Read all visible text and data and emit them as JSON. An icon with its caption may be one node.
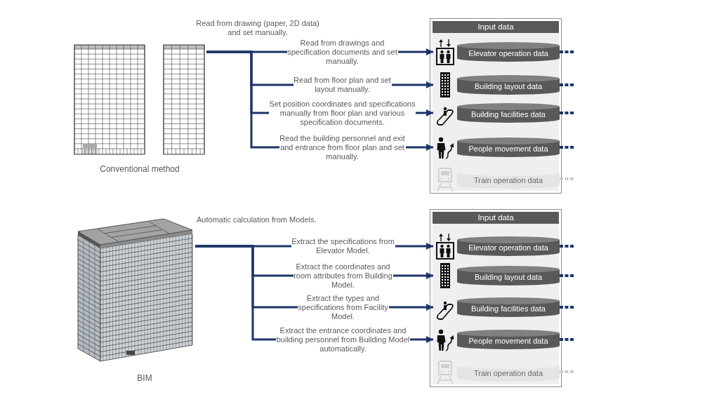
{
  "diagram": {
    "nodes": [
      {
        "text": [
          "Conventional method"
        ]
      },
      {
        "text": [
          "Input data"
        ]
      },
      {
        "text": [
          "Elevator operation data"
        ],
        "in": 1
      },
      {
        "text": [
          "Building layout data"
        ],
        "in": 1
      },
      {
        "text": [
          "Building facilities data"
        ],
        "in": 1
      },
      {
        "text": [
          "People movement data"
        ],
        "in": 1
      },
      {
        "text": [
          "Train operation data"
        ],
        "in": 1
      },
      {
        "text": [
          "BIM"
        ]
      },
      {
        "text": [
          "Input data"
        ]
      },
      {
        "text": [
          "Elevator operation data"
        ],
        "in": 8
      },
      {
        "text": [
          "Building layout data"
        ],
        "in": 8
      },
      {
        "text": [
          "Building facilities data"
        ],
        "in": 8
      },
      {
        "text": [
          "People movement data"
        ],
        "in": 8
      },
      {
        "text": [
          "Train operation data"
        ],
        "in": 8
      }
    ],
    "edges": [
      {
        "from": 0,
        "to": 2,
        "arrow": "to",
        "label": "Read from drawings and specification documents and set manually."
      },
      {
        "from": 0,
        "to": 3,
        "arrow": "to",
        "label": "Read from floor plan and set layout manually."
      },
      {
        "from": 0,
        "to": 4,
        "arrow": "to",
        "label": "Set position coordinates and specifications manually from floor plan and various specification documents."
      },
      {
        "from": 0,
        "to": 5,
        "arrow": "to",
        "label": "Read the building personnel and exit and entrance from floor plan and set manually."
      },
      {
        "from": 2,
        "to": null,
        "arrow": "none",
        "style": "dashed"
      },
      {
        "from": 3,
        "to": null,
        "arrow": "none",
        "style": "dashed"
      },
      {
        "from": 4,
        "to": null,
        "arrow": "none",
        "style": "dashed"
      },
      {
        "from": 5,
        "to": null,
        "arrow": "none",
        "style": "dashed"
      },
      {
        "from": 6,
        "to": null,
        "arrow": "none",
        "style": "dashed",
        "color": "#cccccc"
      },
      {
        "from": 7,
        "to": 9,
        "arrow": "to",
        "label": "Extract the specifications from Elevator Model."
      },
      {
        "from": 7,
        "to": 10,
        "arrow": "to",
        "label": "Extract the coordinates and room attributes from Building Model."
      },
      {
        "from": 7,
        "to": 11,
        "arrow": "to",
        "label": "Extract the types and specifications from Facility Model."
      },
      {
        "from": 7,
        "to": 12,
        "arrow": "to",
        "label": "Extract the entrance coordinates and building personnel from Building Model automatically."
      },
      {
        "from": 9,
        "to": null,
        "arrow": "none",
        "style": "dashed"
      },
      {
        "from": 10,
        "to": null,
        "arrow": "none",
        "style": "dashed"
      },
      {
        "from": 11,
        "to": null,
        "arrow": "none",
        "style": "dashed"
      },
      {
        "from": 12,
        "to": null,
        "arrow": "none",
        "style": "dashed"
      },
      {
        "from": 13,
        "to": null,
        "arrow": "none",
        "style": "dashed",
        "color": "#cccccc"
      }
    ],
    "labels": [
      "Read from drawing (paper, 2D data) and set manually.",
      "Automatic calculation from Models."
    ]
  }
}
